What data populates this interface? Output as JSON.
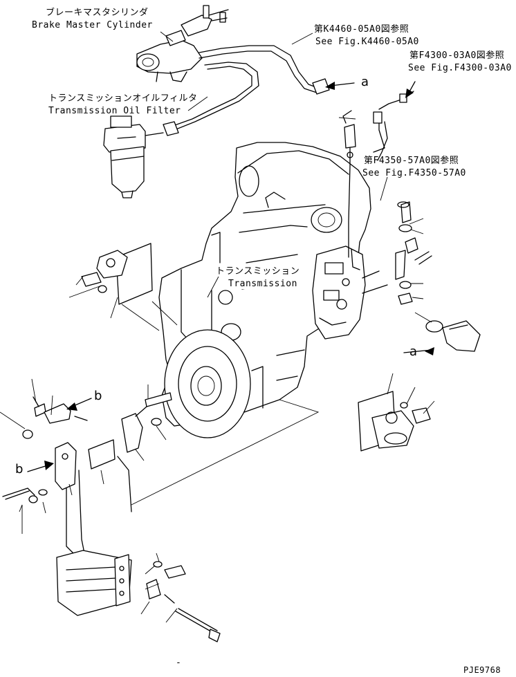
{
  "labels": {
    "brake_master_jp": "ブレーキマスタシリンダ",
    "brake_master_en": "Brake Master Cylinder",
    "filter_jp": "トランスミッションオイルフィルタ",
    "filter_en": "Transmission Oil Filter",
    "transmission_jp": "トランスミッション",
    "transmission_en": "Transmission",
    "ref1_jp": "第K4460-05A0図参照",
    "ref1_en": "See Fig.K4460-05A0",
    "ref2_jp": "第F4300-03A0図参照",
    "ref2_en": "See Fig.F4300-03A0",
    "ref3_jp": "第F4350-57A0図参照",
    "ref3_en": "See Fig.F4350-57A0"
  },
  "callouts": {
    "a_top": "a",
    "a_right": "a",
    "b_upper": "b",
    "b_left": "b"
  },
  "footer": {
    "drawing_code": "PJE9768",
    "page_mark": "-"
  }
}
